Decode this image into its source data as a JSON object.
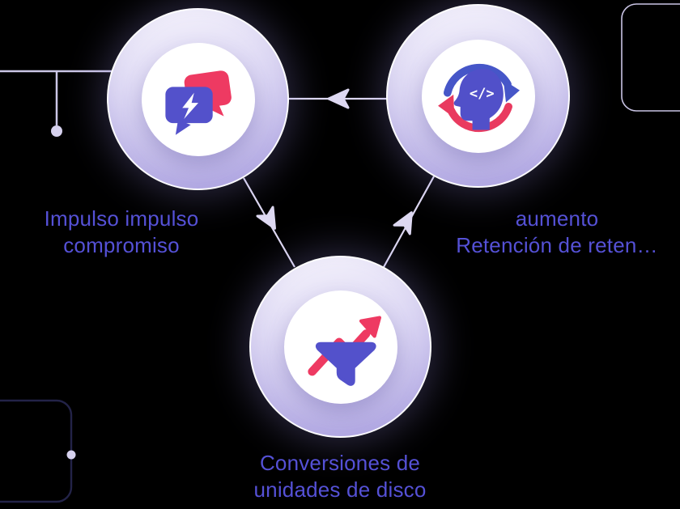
{
  "diagram": {
    "type": "cycle",
    "background_color": "#000000",
    "nodes": [
      {
        "id": "engagement",
        "label": "Impulso impulso compromiso",
        "label_line1": "Impulso impulso",
        "label_line2": "compromiso",
        "icon": "chat-lightning-icon"
      },
      {
        "id": "retention",
        "label": "aumento Retención de reten…",
        "label_line1": "aumento",
        "label_line2": "Retención de reten…",
        "icon": "head-code-sync-icon"
      },
      {
        "id": "conversions",
        "label": "Conversiones de unidades de disco",
        "label_line1": "Conversiones de",
        "label_line2": "unidades de disco",
        "icon": "funnel-trend-icon"
      }
    ],
    "edges": [
      {
        "from": "retention",
        "to": "engagement"
      },
      {
        "from": "engagement",
        "to": "conversions"
      },
      {
        "from": "conversions",
        "to": "retention"
      }
    ],
    "colors": {
      "node_fill_top": "#f6f4fc",
      "node_fill_bottom": "#b7aee7",
      "node_inner": "#ffffff",
      "icon_indigo": "#5351cb",
      "icon_pink": "#ee3a62",
      "icon_blue": "#4656c8",
      "label_text": "#5551d6",
      "connector": "#ded9f2",
      "corner_line_light": "#cbc6e6",
      "corner_rect_dark": "#232348"
    }
  }
}
